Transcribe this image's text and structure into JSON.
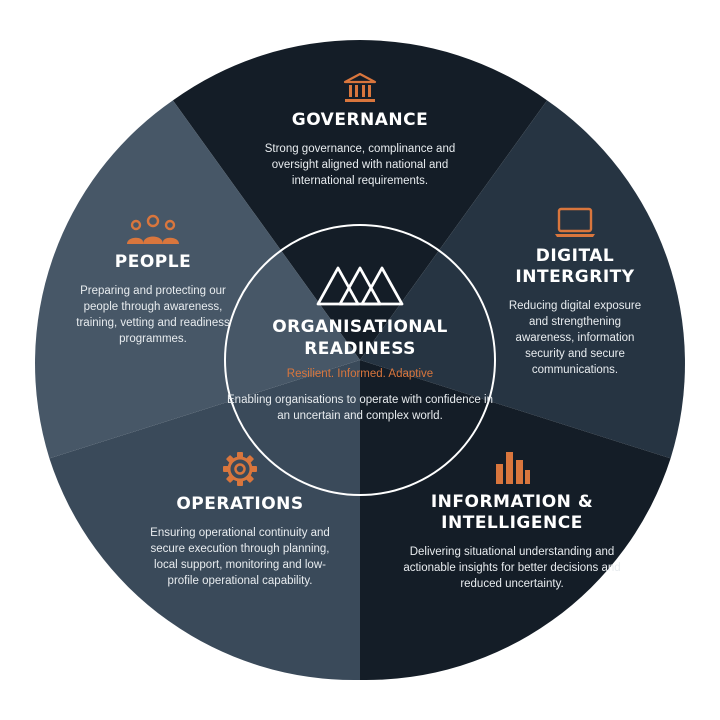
{
  "colors": {
    "accent": "#d9763d",
    "dark": "#141d27",
    "mid_dark": "#243240",
    "mid": "#3a4a5a",
    "light": "#475767",
    "white": "#ffffff"
  },
  "center": {
    "logo_icon": "mountain-peaks-icon",
    "title": "ORGANISATIONAL\nREADINESS",
    "tagline": "Resilient. Informed. Adaptive",
    "description": "Enabling organisations to operate with confidence in an uncertain and complex world."
  },
  "segments": [
    {
      "id": "governance",
      "icon": "bank-icon",
      "title": "GOVERNANCE",
      "description": "Strong governance, complinance and oversight aligned with national and international requirements."
    },
    {
      "id": "digital-integrity",
      "icon": "laptop-icon",
      "title": "DIGITAL\nINTERGRITY",
      "description": "Reducing digital exposure and strengthening awareness, information security and secure communications."
    },
    {
      "id": "information-intelligence",
      "icon": "bar-chart-icon",
      "title": "INFORMATION &\nINTELLIGENCE",
      "description": "Delivering situational understanding and actionable insights for better decisions and reduced uncertainty."
    },
    {
      "id": "operations",
      "icon": "gear-icon",
      "title": "OPERATIONS",
      "description": "Ensuring operational continuity and secure execution through planning, local support, monitoring and low-profile operational capability."
    },
    {
      "id": "people",
      "icon": "people-group-icon",
      "title": "PEOPLE",
      "description": "Preparing and protecting our people through awareness, training, vetting and readiness programmes."
    }
  ]
}
